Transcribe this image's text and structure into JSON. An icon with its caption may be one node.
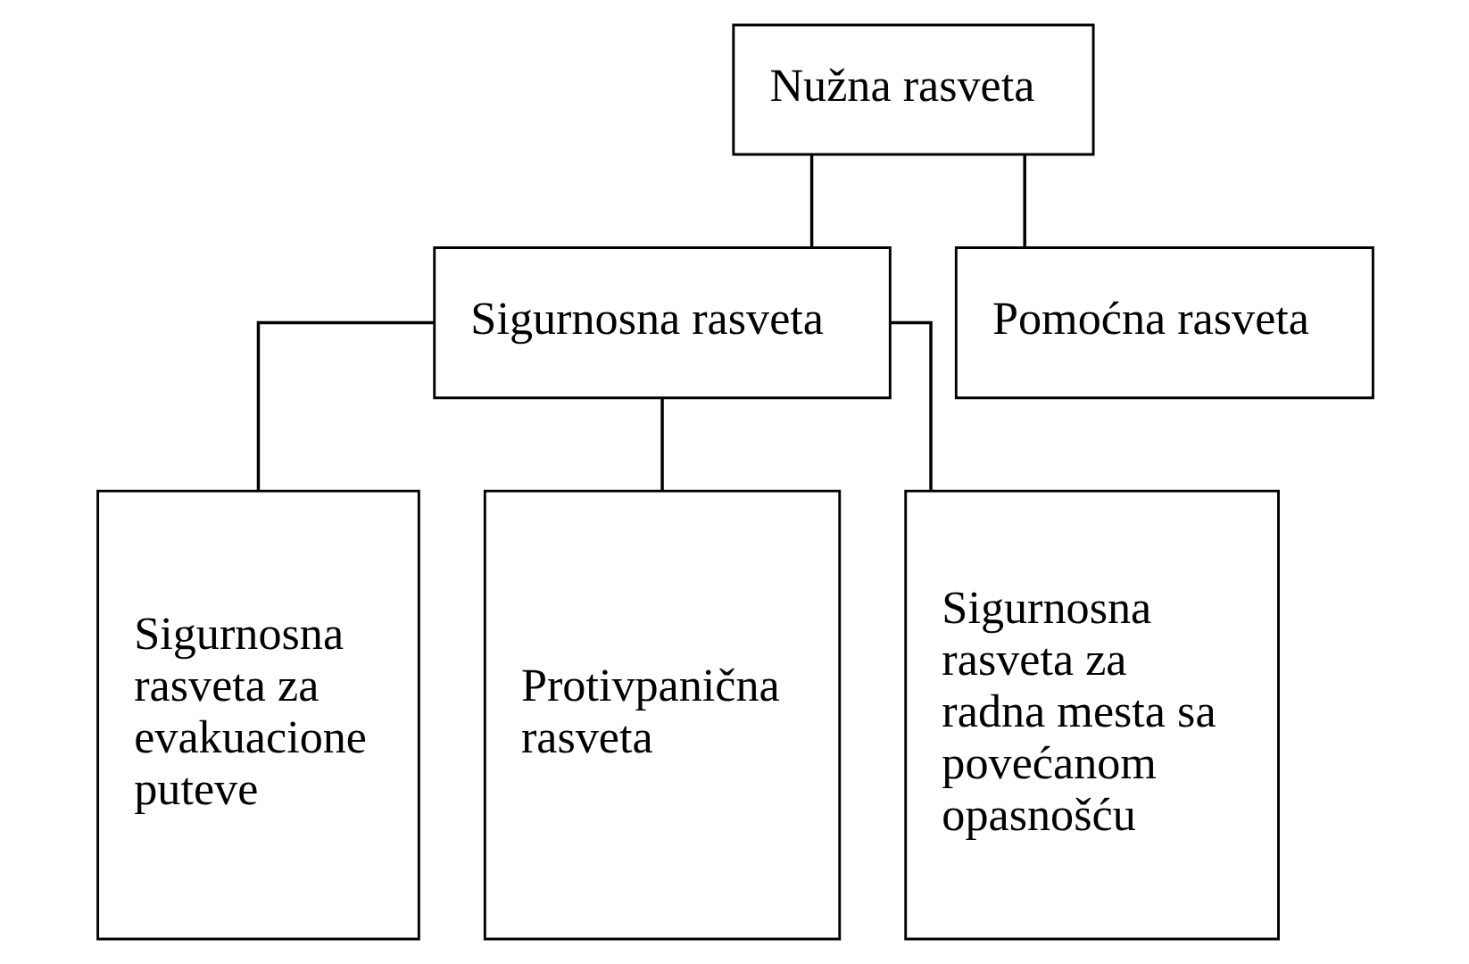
{
  "diagram": {
    "nodes": [
      {
        "text": [
          "Nužna rasveta"
        ]
      },
      {
        "text": [
          "Sigurnosna rasveta"
        ]
      },
      {
        "text": [
          "Pomoćna rasveta"
        ]
      },
      {
        "text": [
          "Sigurnosna rasveta za evakuacione puteve"
        ]
      },
      {
        "text": [
          "Protivpanična rasveta"
        ]
      },
      {
        "text": [
          "Sigurnosna rasveta za radna mesta sa povećanom opasnošću"
        ]
      }
    ],
    "edges": [
      {
        "from": 0,
        "to": 1,
        "arrow": "none"
      },
      {
        "from": 0,
        "to": 2,
        "arrow": "none"
      },
      {
        "from": 1,
        "to": 3,
        "arrow": "none"
      },
      {
        "from": 1,
        "to": 4,
        "arrow": "none"
      },
      {
        "from": 1,
        "to": 5,
        "arrow": "none"
      }
    ]
  }
}
